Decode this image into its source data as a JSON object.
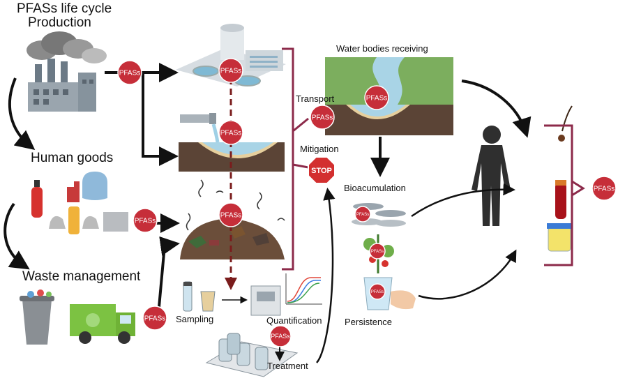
{
  "labels": {
    "title_line1": "PFASs life cycle",
    "title_line2": "Production",
    "human_goods": "Human goods",
    "waste_management": "Waste management",
    "water_bodies": "Water bodies receiving",
    "transport": "Transport",
    "mitigation": "Mitigation",
    "bioaccumulation": "Bioacumulation",
    "persistence": "Persistence",
    "sampling": "Sampling",
    "quantification": "Quantification",
    "treatment": "Treatment"
  },
  "badge_text": "PFASs",
  "stop_text": "STOP",
  "colors": {
    "badge_fill": "#c62e39",
    "bracket": "#8c2a4a",
    "arrow": "#111111",
    "dashed": "#7a1c1c",
    "water": "#a9d4e6",
    "soil": "#5b4436",
    "grass": "#7cae5e"
  }
}
